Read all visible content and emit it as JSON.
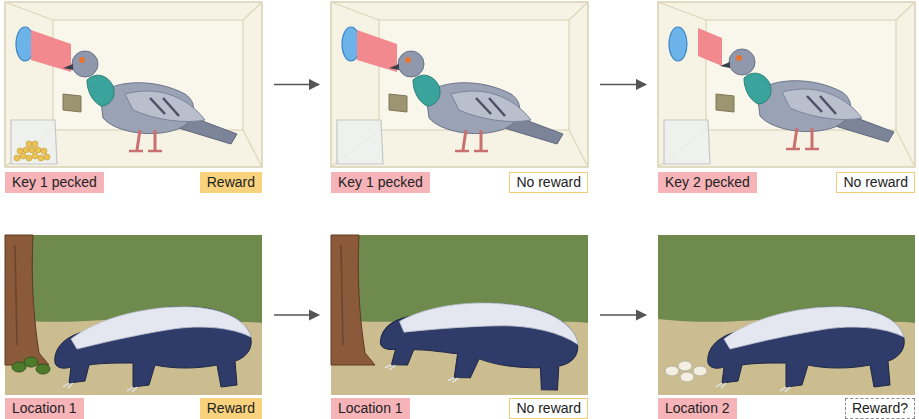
{
  "diagram": {
    "nodes": [
      {
        "text": [
          "Key 1 pecked",
          "Reward"
        ]
      },
      {
        "text": [
          "Key 1 pecked",
          "No reward"
        ]
      },
      {
        "text": [
          "Key 2 pecked",
          "No reward"
        ]
      },
      {
        "text": [
          "Location 1",
          "Reward"
        ]
      },
      {
        "text": [
          "Location 1",
          "No reward"
        ]
      },
      {
        "text": [
          "Location 2",
          "Reward?"
        ]
      }
    ],
    "edges": [
      {
        "from": 0,
        "to": 1,
        "arrow": "to"
      },
      {
        "from": 1,
        "to": 2,
        "arrow": "to"
      },
      {
        "from": 3,
        "to": 4,
        "arrow": "to"
      },
      {
        "from": 4,
        "to": 5,
        "arrow": "to"
      }
    ]
  }
}
